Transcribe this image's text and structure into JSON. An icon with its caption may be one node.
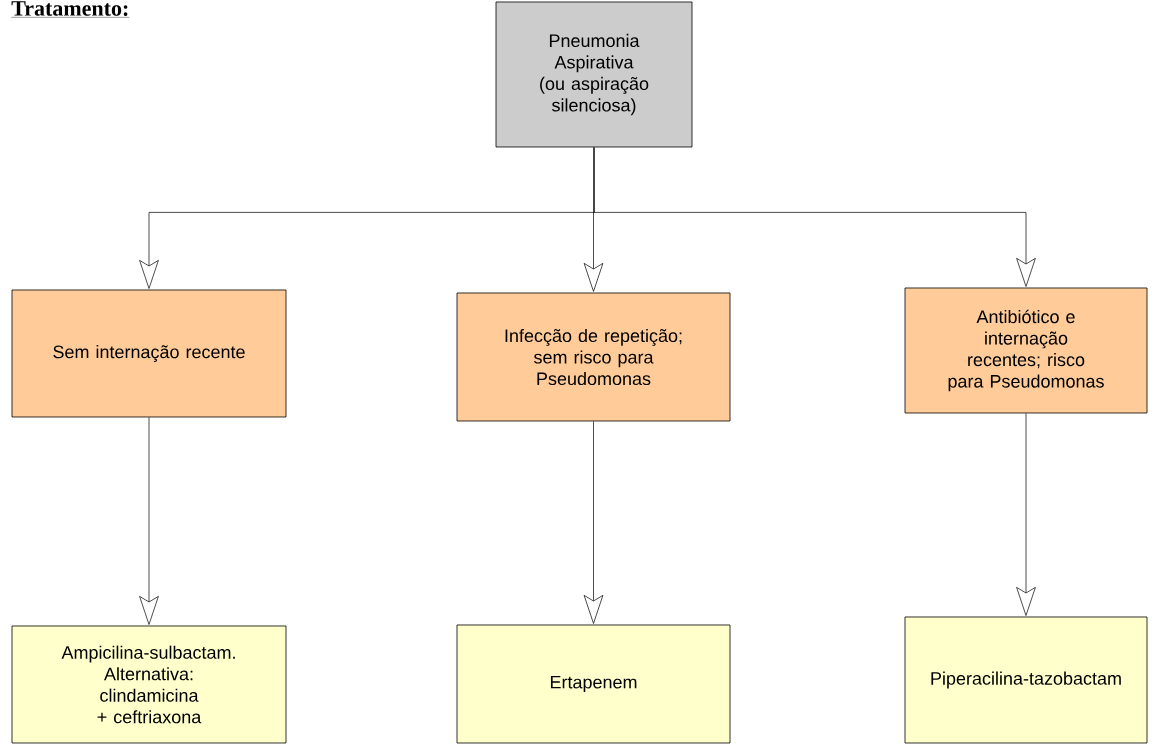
{
  "diagram": {
    "title": "Tratamento:",
    "nodes": [
      {
        "text": [
          "Pneumonia Aspirativa (ou aspiração silenciosa)"
        ]
      },
      {
        "text": [
          "Sem internação recente"
        ]
      },
      {
        "text": [
          "Infecção de repetição; sem risco para Pseudomonas"
        ]
      },
      {
        "text": [
          "Antibiótico e internação recentes; risco para Pseudomonas"
        ]
      },
      {
        "text": [
          "Ampicilina-sulbactam. Alternativa: clindamicina + ceftriaxona"
        ]
      },
      {
        "text": [
          "Ertapenem"
        ]
      },
      {
        "text": [
          "Piperacilina-tazobactam"
        ]
      }
    ],
    "edges": [
      {
        "from": 0,
        "to": 1,
        "arrow": "to"
      },
      {
        "from": 0,
        "to": 2,
        "arrow": "to"
      },
      {
        "from": 0,
        "to": 3,
        "arrow": "to"
      },
      {
        "from": 1,
        "to": 4,
        "arrow": "to"
      },
      {
        "from": 2,
        "to": 5,
        "arrow": "to"
      },
      {
        "from": 3,
        "to": 6,
        "arrow": "to"
      }
    ]
  }
}
